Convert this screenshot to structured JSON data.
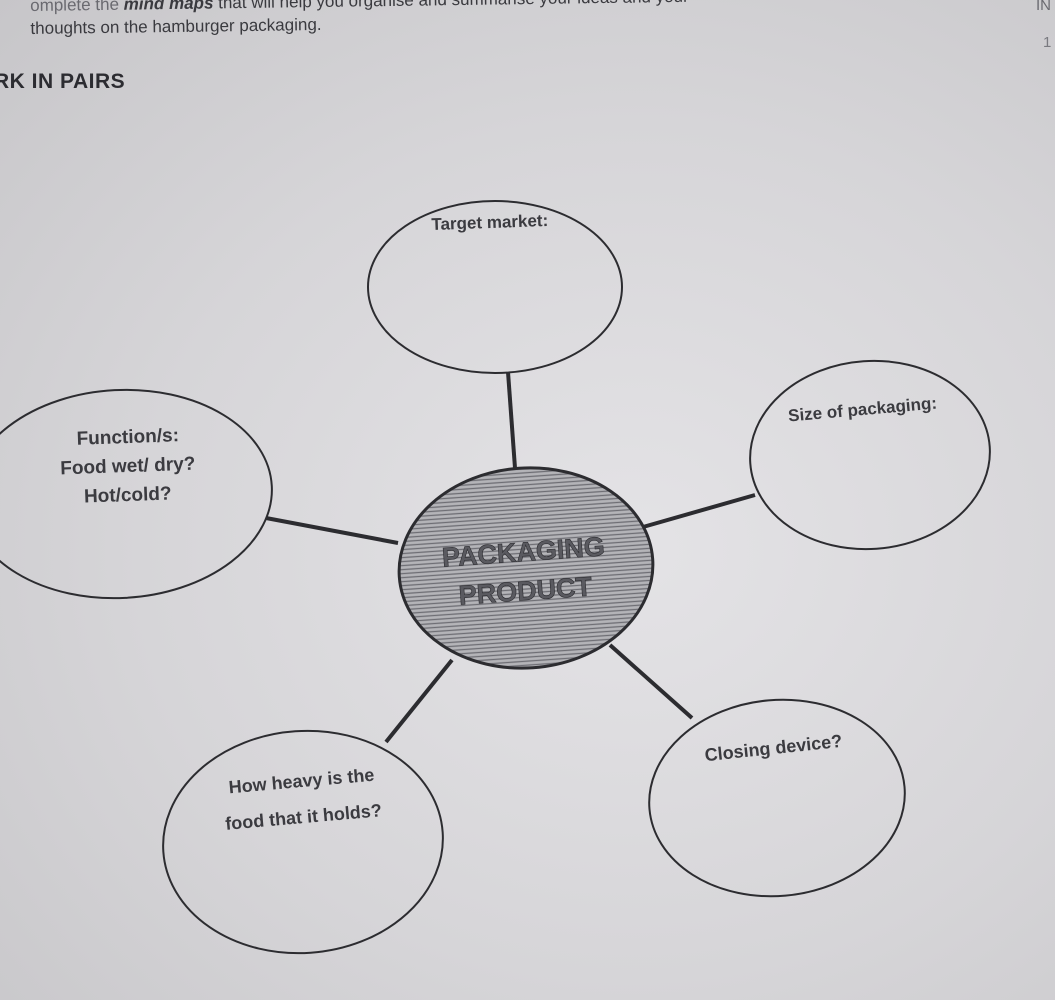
{
  "instruction": {
    "lead": "omplete the ",
    "emphasis": "mind maps",
    "rest_line1": " that will help you organise and summarise your ideas and your",
    "line2": "thoughts on the hamburger packaging."
  },
  "section_heading": "RK IN PAIRS",
  "edge_marks": {
    "top": "IN",
    "number": "1"
  },
  "mind_map": {
    "center": {
      "line1": "PACKAGING",
      "line2": "PRODUCT"
    },
    "nodes": {
      "target_market": [
        "Target market:"
      ],
      "size_of_packaging": [
        "Size of packaging:"
      ],
      "functions": [
        "Function/s:",
        "Food wet/ dry?",
        "Hot/cold?"
      ],
      "how_heavy": [
        "How heavy is the",
        "food that it holds?"
      ],
      "closing_device": [
        "Closing device?"
      ]
    }
  },
  "colors": {
    "paper": "#d6d5d8",
    "ink": "#2c2c30",
    "hatch": "#8a8a90"
  }
}
